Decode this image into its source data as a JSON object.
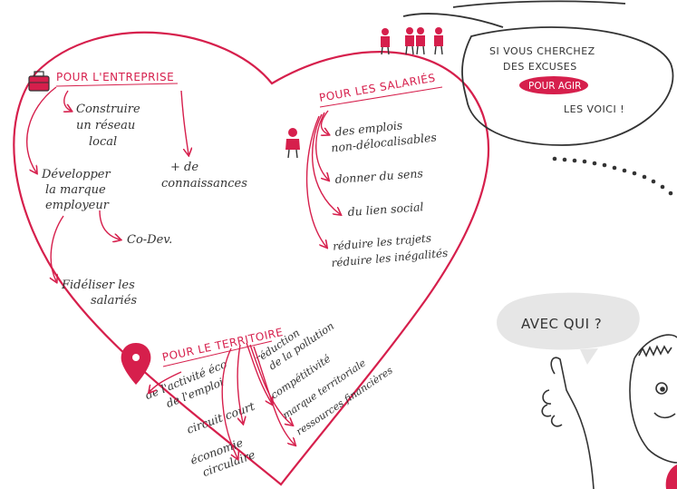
{
  "colors": {
    "accent": "#d61f4c",
    "ink": "#333333",
    "bubble_gray": "#e6e6e6",
    "background": "#ffffff"
  },
  "entreprise": {
    "title": "POUR L'ENTREPRISE",
    "items": [
      [
        "Construire",
        "un réseau",
        "local"
      ],
      [
        "Développer",
        "la marque",
        "employeur"
      ],
      [
        "+ de",
        "connaissances"
      ],
      [
        "Co-Dev."
      ],
      [
        "Fidéliser les",
        "salariés"
      ]
    ]
  },
  "salaries": {
    "title": "POUR LES SALARIÉS",
    "items": [
      [
        "des emplois",
        "non-délocalisables"
      ],
      [
        "donner du sens"
      ],
      [
        "du lien social"
      ],
      [
        "réduire les trajets",
        "réduire les inégalités"
      ]
    ]
  },
  "territoire": {
    "title": "POUR LE TERRITOIRE",
    "left_items": [
      [
        "de l'activité éco",
        "de l'emploi"
      ],
      [
        "circuit court"
      ],
      [
        "économie",
        "circulaire"
      ]
    ],
    "right_items": [
      [
        "réduction",
        "de la pollution"
      ],
      [
        "compétitivité"
      ],
      [
        "marque territoriale"
      ],
      [
        "ressources financières"
      ]
    ]
  },
  "bubble_top": {
    "line1": "SI VOUS CHERCHEZ",
    "line2": "DES EXCUSES",
    "highlight": "POUR AGIR",
    "line4": "LES VOICI !"
  },
  "bubble_bottom": {
    "text": "AVEC QUI ?"
  },
  "icons": [
    "briefcase-icon",
    "person-icon",
    "people-group-icon",
    "location-pin-icon",
    "character-illustration"
  ]
}
